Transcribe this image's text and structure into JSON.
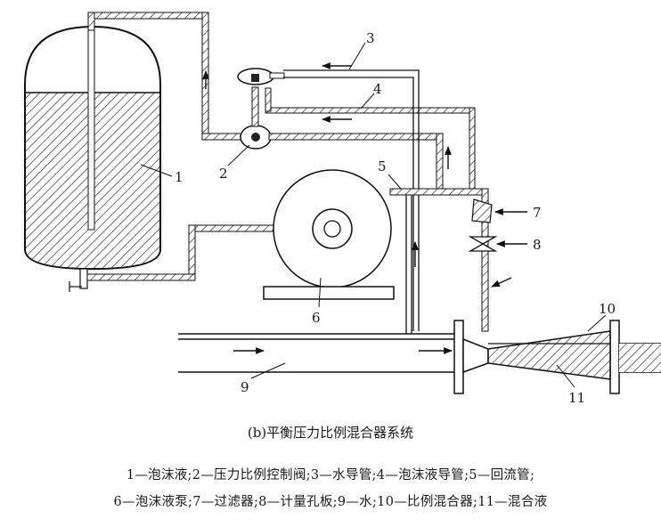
{
  "caption": "(b)平衡压力比例混合器系统",
  "legend": {
    "line1": "1—泡沫液;2—压力比例控制阀;3—水导管;4—泡沫液导管;5—回流管;",
    "line2": "6—泡沫液泵;7—过滤器;8—计量孔板;9—水;10—比例混合器;11—混合液"
  },
  "labels": {
    "n1": "1",
    "n2": "2",
    "n3": "3",
    "n4": "4",
    "n5": "5",
    "n6": "6",
    "n7": "7",
    "n8": "8",
    "n9": "9",
    "n10": "10",
    "n11": "11"
  }
}
